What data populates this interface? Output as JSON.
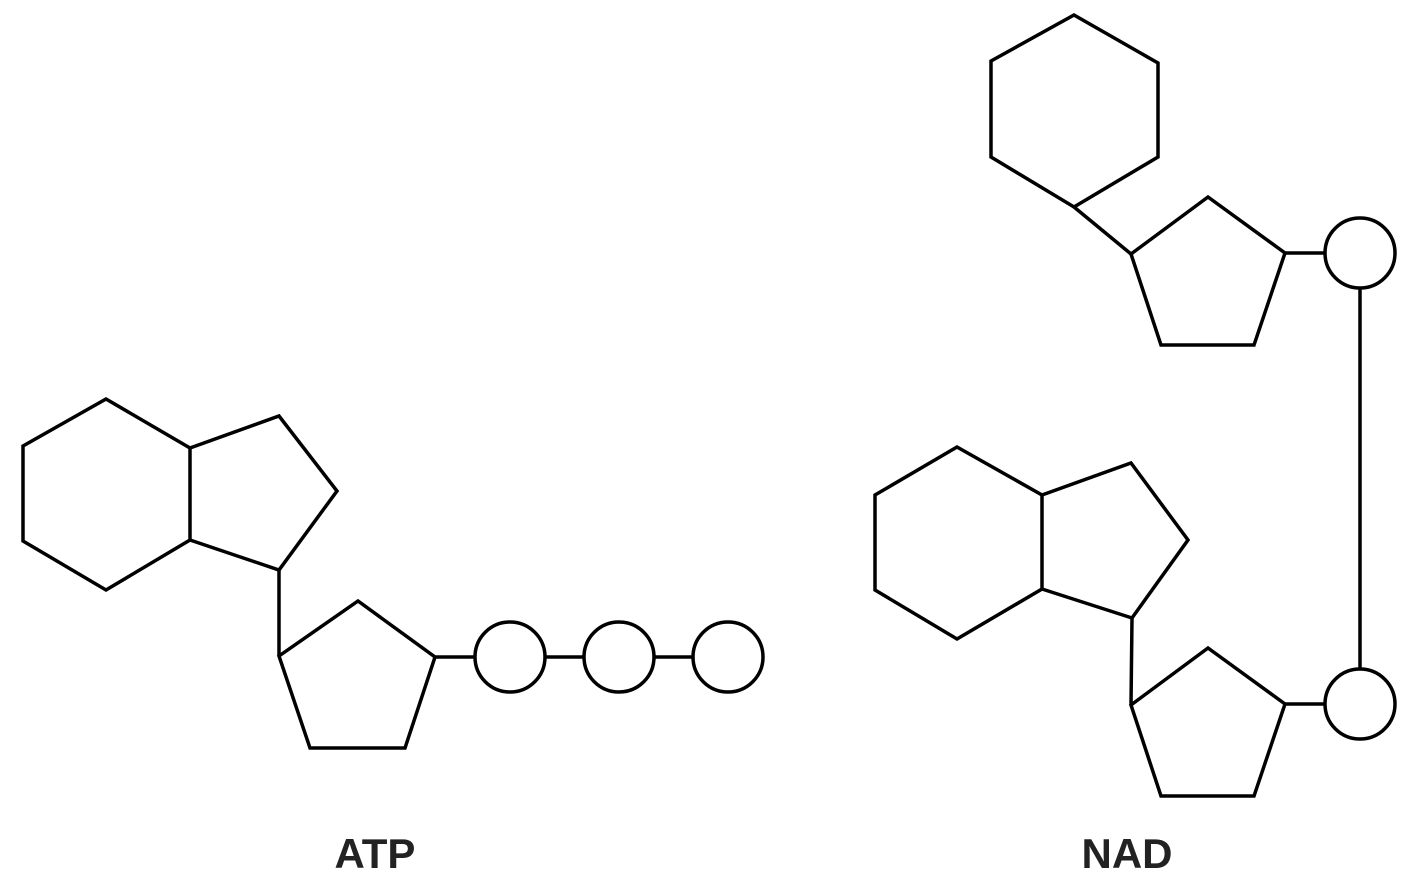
{
  "colors": {
    "line": "#000000",
    "label": "#222222",
    "background": "#ffffff"
  },
  "molecules": [
    {
      "id": "atp",
      "label": "ATP",
      "parts": [
        "six-membered-ring",
        "five-membered-ring",
        "five-membered-ring",
        "phosphate",
        "phosphate",
        "phosphate"
      ]
    },
    {
      "id": "nad",
      "label": "NAD",
      "parts": [
        "six-membered-ring",
        "five-membered-ring",
        "phosphate",
        "phosphate",
        "six-membered-ring",
        "five-membered-ring",
        "five-membered-ring"
      ]
    }
  ]
}
